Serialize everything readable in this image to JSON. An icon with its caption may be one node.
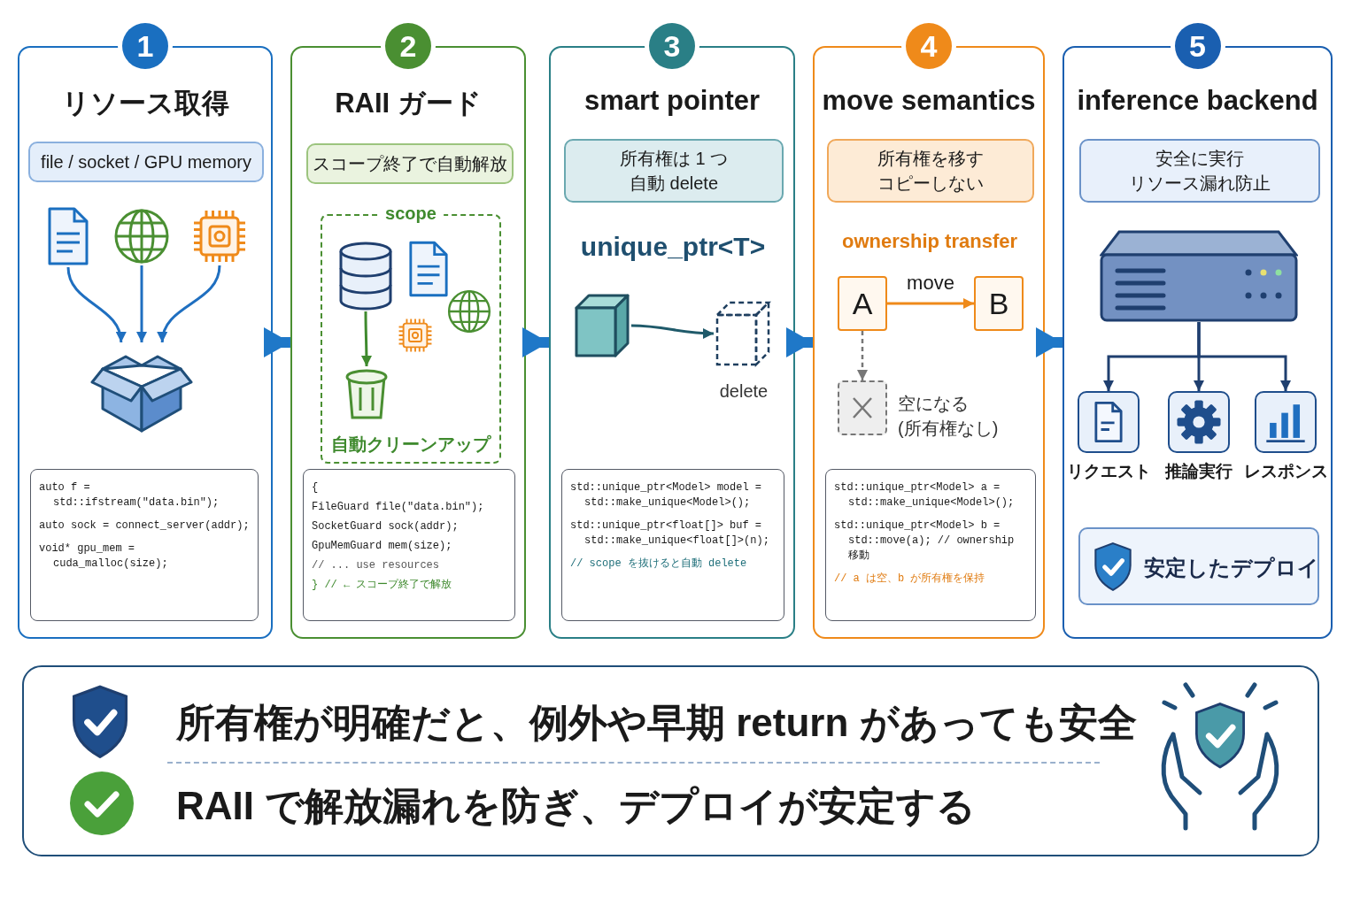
{
  "diagram": {
    "nodes": [
      {
        "text": [
          "1",
          "リソース取得"
        ]
      },
      {
        "text": [
          "file / socket / GPU memory"
        ],
        "in": 0
      },
      {
        "text": [],
        "shape": "picture",
        "in": 0
      },
      {
        "text": [],
        "shape": "picture",
        "in": 0
      },
      {
        "text": [],
        "shape": "picture",
        "in": 0
      },
      {
        "text": [],
        "shape": "picture",
        "in": 0
      },
      {
        "text": [
          "auto f = std::ifstream(\"data.bin\");",
          "auto sock = connect_server(addr);",
          "void* gpu_mem = cuda_malloc(size);"
        ],
        "in": 0
      },
      {
        "text": [
          "2",
          "RAII ガード"
        ]
      },
      {
        "text": [
          "スコープ終了で自動解放"
        ],
        "in": 7
      },
      {
        "text": [
          "scope",
          "自動クリーンアップ"
        ],
        "in": 7
      },
      {
        "text": [],
        "shape": "picture",
        "in": 9
      },
      {
        "text": [],
        "shape": "picture",
        "in": 9
      },
      {
        "text": [],
        "shape": "picture",
        "in": 9
      },
      {
        "text": [],
        "shape": "picture",
        "in": 9
      },
      {
        "text": [],
        "shape": "picture",
        "in": 9
      },
      {
        "text": [
          "{",
          "FileGuard file(\"data.bin\");",
          "SocketGuard sock(addr);",
          "GpuMemGuard mem(size);",
          "// ... use resources",
          "} // ← スコープ終了で解放"
        ],
        "in": 7
      },
      {
        "text": [
          "3",
          "smart pointer"
        ]
      },
      {
        "text": [
          "所有権は 1 つ",
          "自動 delete"
        ],
        "in": 16
      },
      {
        "text": [],
        "shape": "box",
        "in": 16
      },
      {
        "text": [],
        "shape": "box",
        "beside": [
          "delete"
        ],
        "in": 16
      },
      {
        "text": [
          "std::unique_ptr<Model> model = std::make_unique<Model>();",
          "std::unique_ptr<float[]> buf = std::make_unique<float[]>(n);",
          "// scope を抜けると自動 delete"
        ],
        "in": 16
      },
      {
        "text": [
          "4",
          "move semantics"
        ]
      },
      {
        "text": [
          "所有権を移す",
          "コピーしない"
        ],
        "in": 21
      },
      {
        "text": [
          "A"
        ],
        "in": 21
      },
      {
        "text": [
          "B"
        ],
        "in": 21
      },
      {
        "text": [],
        "shape": "box",
        "beside": [
          "空になる (所有権なし)"
        ],
        "in": 21
      },
      {
        "text": [
          "std::unique_ptr<Model> a = std::make_unique<Model>();",
          "std::unique_ptr<Model> b = std::move(a); // ownership 移動",
          "// a は空、b が所有権を保持"
        ],
        "in": 21
      },
      {
        "text": [
          "5",
          "inference backend"
        ]
      },
      {
        "text": [
          "安全に実行",
          "リソース漏れ防止"
        ],
        "in": 27
      },
      {
        "text": [],
        "shape": "picture",
        "in": 27
      },
      {
        "text": [
          "リクエスト"
        ],
        "in": 27
      },
      {
        "text": [
          "推論実行"
        ],
        "in": 27
      },
      {
        "text": [
          "レスポンス"
        ],
        "in": 27
      },
      {
        "text": [
          "安定したデプロイ"
        ],
        "in": 27
      },
      {
        "text": [
          "所有権が明確だと、例外や早期 return があっても安全",
          "RAII で解放漏れを防ぎ、デプロイが安定する"
        ]
      }
    ],
    "edges": [
      {
        "from": 2,
        "to": 5,
        "arrow": "to",
        "color": "#1f6fc0"
      },
      {
        "from": 3,
        "to": 5,
        "arrow": "to",
        "color": "#1f6fc0"
      },
      {
        "from": 4,
        "to": 5,
        "arrow": "to",
        "color": "#1f6fc0"
      },
      {
        "from": 10,
        "to": 14,
        "arrow": "to",
        "color": "#3f8a2e"
      },
      {
        "from": 18,
        "to": 19,
        "arrow": "to",
        "color": "#1f5a6a"
      },
      {
        "from": 23,
        "to": 24,
        "label": "move",
        "arrow": "to",
        "color": "#ef8a1a"
      },
      {
        "from": 23,
        "to": 25,
        "arrow": "to",
        "style": "dashed",
        "color": "#777777"
      },
      {
        "from": 29,
        "to": 30,
        "arrow": "to",
        "color": "#1f3f6f"
      },
      {
        "from": 29,
        "to": 31,
        "arrow": "to",
        "color": "#1f3f6f"
      },
      {
        "from": 29,
        "to": 32,
        "arrow": "to",
        "color": "#1f3f6f"
      },
      {
        "from": 0,
        "to": 7,
        "arrow": "to",
        "style": "thick",
        "color": "#1f78c8"
      },
      {
        "from": 7,
        "to": 16,
        "arrow": "to",
        "style": "thick",
        "color": "#1f78c8"
      },
      {
        "from": 16,
        "to": 21,
        "arrow": "to",
        "style": "thick",
        "color": "#1f78c8"
      },
      {
        "from": 21,
        "to": 27,
        "arrow": "to",
        "style": "thick",
        "color": "#1f78c8"
      }
    ],
    "labels": [
      "unique_ptr<T>",
      "ownership transfer"
    ]
  }
}
